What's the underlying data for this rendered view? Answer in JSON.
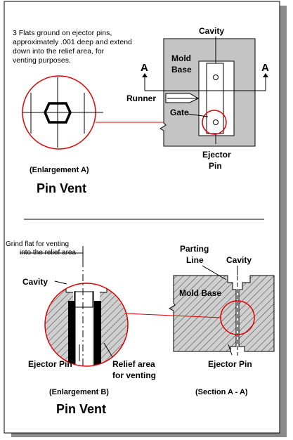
{
  "top": {
    "note_lines": [
      "3 Flats ground on ejector pins,",
      "approximately .001 deep and extend",
      "down into the relief area, for",
      "venting purposes."
    ],
    "cavity": "Cavity",
    "mold_base_1": "Mold",
    "mold_base_2": "Base",
    "section_left": "A",
    "section_right": "A",
    "runner": "Runner",
    "gate": "Gate",
    "ejector_pin_1": "Ejector",
    "ejector_pin_2": "Pin",
    "enlargement": "(Enlargement A)",
    "title": "Pin Vent"
  },
  "bottom": {
    "grind_note_1": "Grind flat for venting",
    "grind_note_2": "into the relief area",
    "cavity_left": "Cavity",
    "parting_line_1": "Parting",
    "parting_line_2": "Line",
    "cavity_right": "Cavity",
    "mold_base": "Mold Base",
    "ejector_pin_left": "Ejector Pin",
    "relief_1": "Relief area",
    "relief_2": "for venting",
    "ejector_pin_right": "Ejector Pin",
    "enlargement": "(Enlargement B)",
    "section": "(Section A - A)",
    "title": "Pin Vent"
  },
  "colors": {
    "red": "#e00000",
    "gray": "#c4c4c4",
    "hatch": "#333333"
  }
}
